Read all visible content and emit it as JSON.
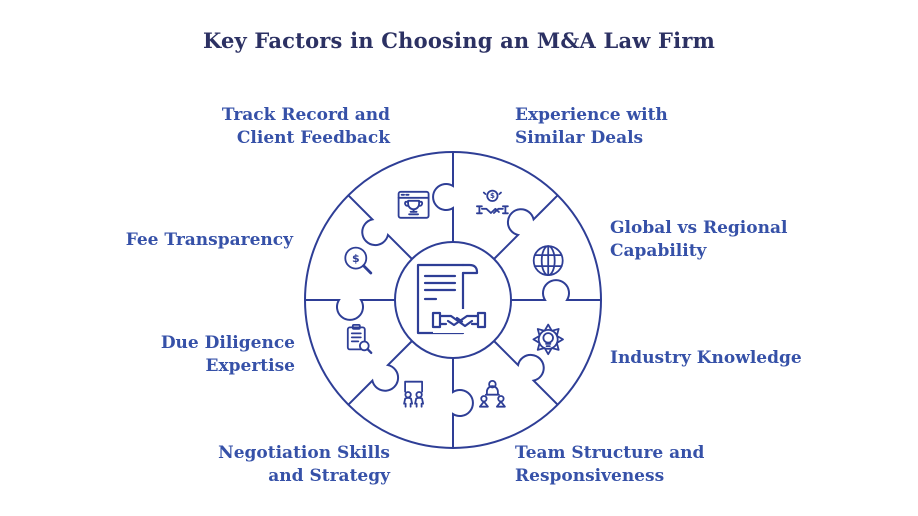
{
  "title": "Key Factors in Choosing an M&A Law Firm",
  "colors": {
    "title_text": "#2c3163",
    "label_text": "#3651a8",
    "diagram_stroke": "#2e3e96",
    "background": "#ffffff"
  },
  "center": {
    "icon": "contract-handshake-icon"
  },
  "glyphs": {
    "dollar": "$"
  },
  "factors": [
    {
      "position": "top-left",
      "label": "Track Record and\nClient Feedback",
      "icon": "browser-trophy-icon"
    },
    {
      "position": "top-right",
      "label": "Experience with\nSimilar Deals",
      "icon": "coin-handshake-icon"
    },
    {
      "position": "right-upper",
      "label": "Global vs Regional\nCapability",
      "icon": "globe-icon"
    },
    {
      "position": "right-lower",
      "label": "Industry Knowledge",
      "icon": "gear-lightbulb-icon"
    },
    {
      "position": "bottom-right",
      "label": "Team Structure and\nResponsiveness",
      "icon": "team-meeting-icon"
    },
    {
      "position": "bottom-left",
      "label": "Negotiation Skills\nand Strategy",
      "icon": "negotiation-table-icon"
    },
    {
      "position": "left-lower",
      "label": "Due Diligence\nExpertise",
      "icon": "clipboard-magnifier-icon"
    },
    {
      "position": "left-upper",
      "label": "Fee Transparency",
      "icon": "dollar-magnifier-icon"
    }
  ]
}
